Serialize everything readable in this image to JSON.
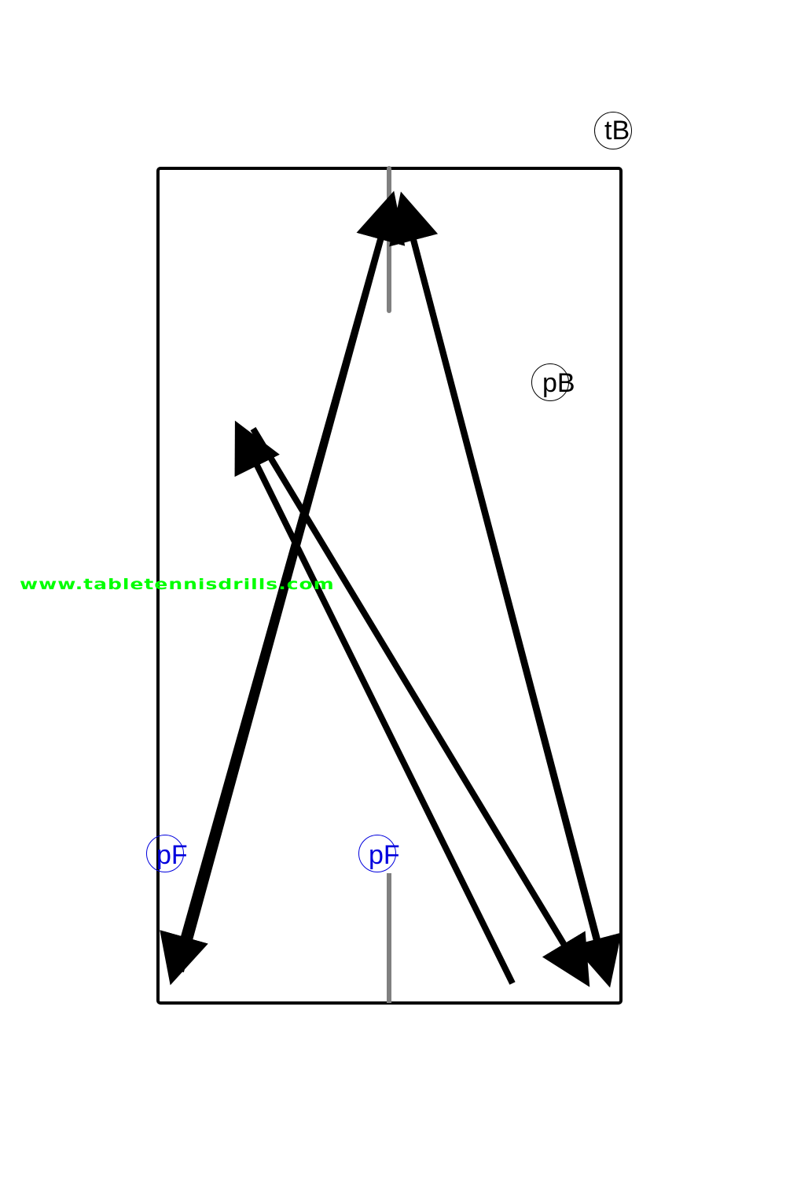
{
  "watermark": "www.tabletennisdrills.com",
  "players": [
    {
      "id": "tB",
      "label": "tB",
      "color": "#000000"
    },
    {
      "id": "pB",
      "label": "pB",
      "color": "#000000"
    },
    {
      "id": "pF1",
      "label": "pF",
      "color": "#0000dd"
    },
    {
      "id": "pF2",
      "label": "pF",
      "color": "#0000dd"
    }
  ],
  "colors": {
    "table_border": "#000000",
    "center_line": "#808080",
    "arrow": "#000000",
    "watermark": "#00ff00"
  }
}
